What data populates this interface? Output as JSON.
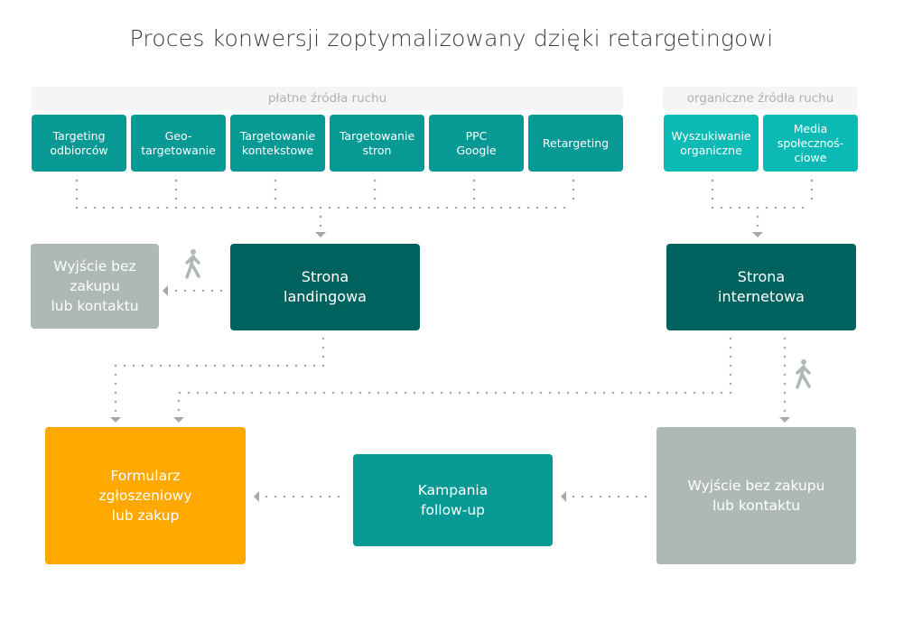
{
  "title": "Proces konwersji zoptymalizowany dzięki retargetingowi",
  "paid": {
    "label": "płatne źródła ruchu",
    "items": [
      "Targeting\nodbiorców",
      "Geo-\ntargetowanie",
      "Targetowanie\nkontekstowe",
      "Targetowanie\nstron",
      "PPC\nGoogle",
      "Retargeting"
    ]
  },
  "organic": {
    "label": "organiczne źródła ruchu",
    "items": [
      "Wyszukiwanie\norganiczne",
      "Media\nspołecznoś-\nciowe"
    ]
  },
  "nodes": {
    "exit_top": "Wyjście bez\nzakupu\nlub kontaktu",
    "landing": "Strona\nlandingowa",
    "website": "Strona\ninternetowa",
    "form": "Formularz\nzgłoszeniowy\nlub zakup",
    "followup": "Kampania\nfollow-up",
    "exit_bottom": "Wyjście bez zakupu\nlub kontaktu"
  },
  "colors": {
    "paid": "#079a95",
    "organic": "#0bbab5",
    "page": "#00625e",
    "exit": "#adb8b7",
    "form": "#fea800",
    "connector": "#a8a8a8"
  },
  "icons": [
    "walking-person-icon",
    "walking-person-icon"
  ]
}
